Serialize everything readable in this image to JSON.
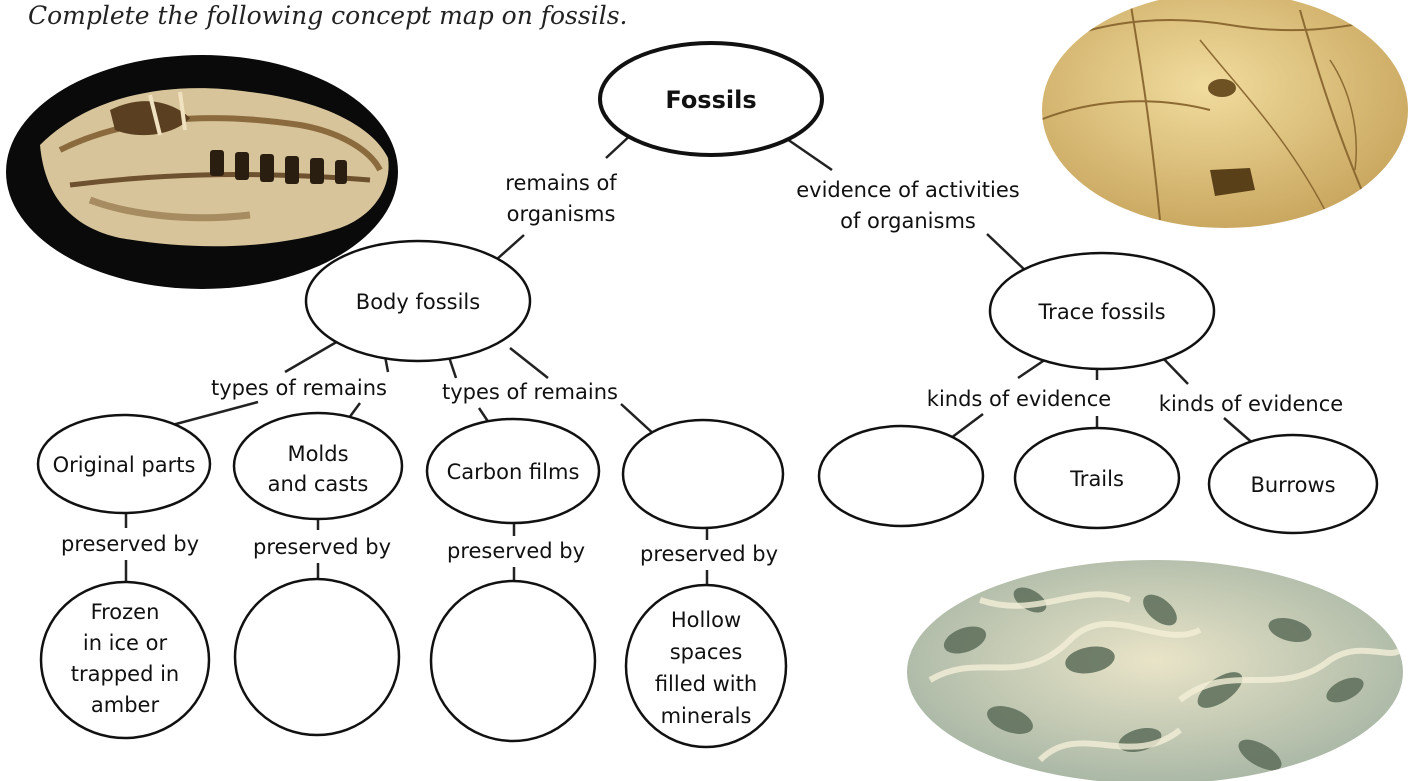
{
  "instruction": "Complete the following concept map on fossils.",
  "root": "Fossils",
  "links": {
    "remains": [
      "remains of",
      "organisms"
    ],
    "evidence": [
      "evidence of activities",
      "of organisms"
    ],
    "types_left": "types of remains",
    "types_right": "types of remains",
    "kinds_left": "kinds of evidence",
    "kinds_right": "kinds of evidence",
    "preserved": "preserved by"
  },
  "body_fossils": "Body fossils",
  "trace_fossils": "Trace fossils",
  "remains_types": [
    [
      "Original parts"
    ],
    [
      "Molds",
      "and casts"
    ],
    [
      "Carbon films"
    ],
    []
  ],
  "preservation": [
    [
      "Frozen",
      "in ice or",
      "trapped in",
      "amber"
    ],
    [],
    [],
    [
      "Hollow",
      "spaces",
      "filled with",
      "minerals"
    ]
  ],
  "evidence_kinds": [
    [],
    [
      "Trails"
    ],
    [
      "Burrows"
    ]
  ],
  "colors": {
    "skull_background": "#0a0a0a",
    "skull_bone": "#d8c49a",
    "trackway_rock": "#e2c98a",
    "burrow_rock": "#cfd8c0"
  }
}
